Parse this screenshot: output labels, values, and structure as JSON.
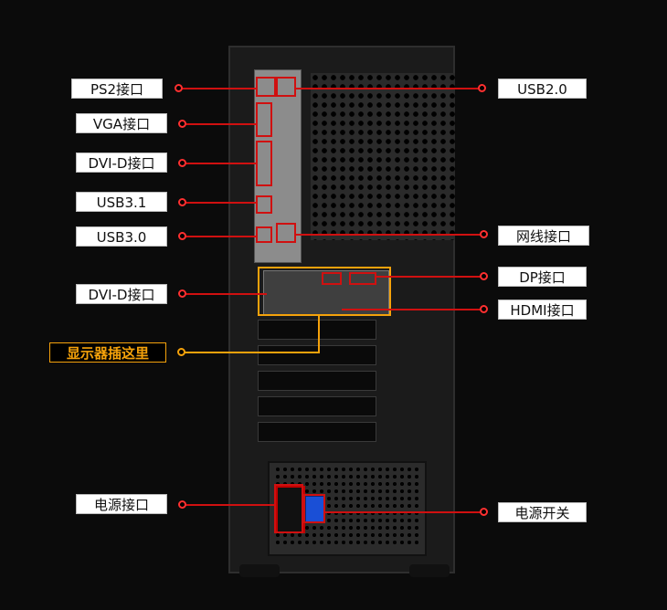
{
  "labels": {
    "ps2": "PS2接口",
    "vga": "VGA接口",
    "dvi_d_top": "DVI-D接口",
    "usb31": "USB3.1",
    "usb30": "USB3.0",
    "dvi_d_gpu": "DVI-D接口",
    "display_insert": "显示器插这里",
    "power_port": "电源接口",
    "usb20": "USB2.0",
    "lan": "网线接口",
    "dp": "DP接口",
    "hdmi": "HDMI接口",
    "power_switch": "电源开关"
  },
  "colors": {
    "background": "#0b0b0b",
    "leader": "#d01010",
    "highlight": "#f5a20b",
    "label_bg": "#ffffff"
  }
}
